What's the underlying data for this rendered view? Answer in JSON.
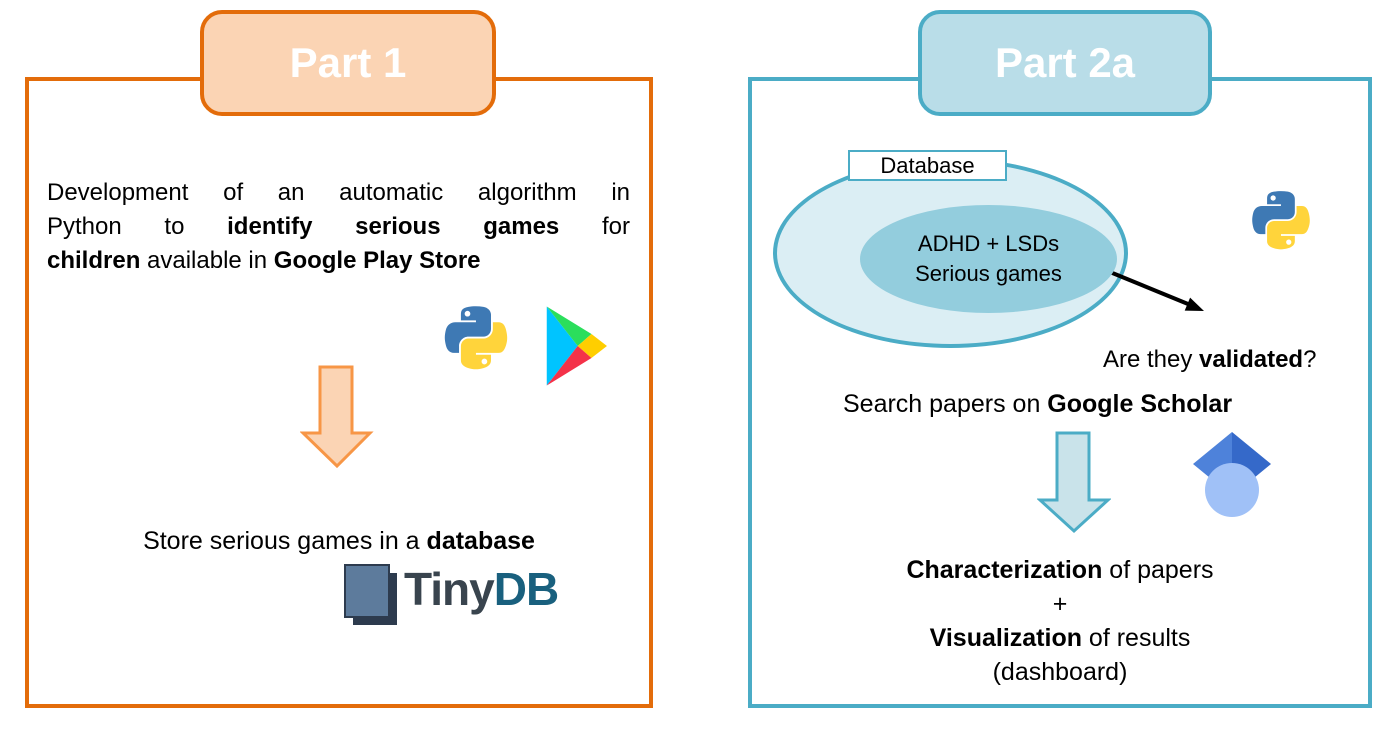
{
  "part1": {
    "title": "Part 1",
    "description_lines": [
      [
        {
          "text": "Development of an automatic algorithm in",
          "bold": false
        }
      ],
      [
        {
          "text": "Python to ",
          "bold": false
        },
        {
          "text": "identify serious games",
          "bold": true
        },
        {
          "text": " for",
          "bold": false
        }
      ],
      [
        {
          "text": "children",
          "bold": true
        },
        {
          "text": " available in ",
          "bold": false
        },
        {
          "text": "Google Play Store",
          "bold": true
        }
      ]
    ],
    "store_line": [
      {
        "text": "Store serious games in a ",
        "bold": false
      },
      {
        "text": "database",
        "bold": true
      }
    ],
    "tinydb": {
      "tiny": "Tiny",
      "db": "DB"
    },
    "icons": [
      "python-icon",
      "google-play-icon",
      "down-arrow-icon",
      "tinydb-book-icon"
    ]
  },
  "part2a": {
    "title": "Part 2a",
    "database_label": "Database",
    "venn": {
      "line1": "ADHD + LSDs",
      "line2": "Serious games"
    },
    "validated_line": [
      {
        "text": "Are they ",
        "bold": false
      },
      {
        "text": "validated",
        "bold": true
      },
      {
        "text": "?",
        "bold": false
      }
    ],
    "search_line": [
      {
        "text": "Search papers on ",
        "bold": false
      },
      {
        "text": "Google Scholar",
        "bold": true
      }
    ],
    "results_lines": [
      [
        {
          "text": "Characterization",
          "bold": true
        },
        {
          "text": " of papers",
          "bold": false
        }
      ],
      [
        {
          "text": "+",
          "bold": false
        }
      ],
      [
        {
          "text": "Visualization",
          "bold": true
        },
        {
          "text": " of results",
          "bold": false
        }
      ],
      [
        {
          "text": "(dashboard)",
          "bold": false
        }
      ]
    ],
    "icons": [
      "python-icon",
      "connector-arrow-icon",
      "down-arrow-icon",
      "google-scholar-icon"
    ]
  },
  "colors": {
    "orange_border": "#E36C0A",
    "orange_fill": "#FBD4B4",
    "orange_arrow_stroke": "#F79646",
    "teal_border": "#4BACC6",
    "teal_fill": "#B9DDE8",
    "ellipse_outer": "#DBEEF4",
    "ellipse_inner": "#93CDDD",
    "blue_arrow_fill": "#C9E3EA",
    "arrow_black": "#000000",
    "tinydb_book": "#5D7B9C",
    "tinydb_shadow": "#2D3B4E",
    "tinydb_tiny": "#39444E",
    "tinydb_db": "#19607E"
  }
}
